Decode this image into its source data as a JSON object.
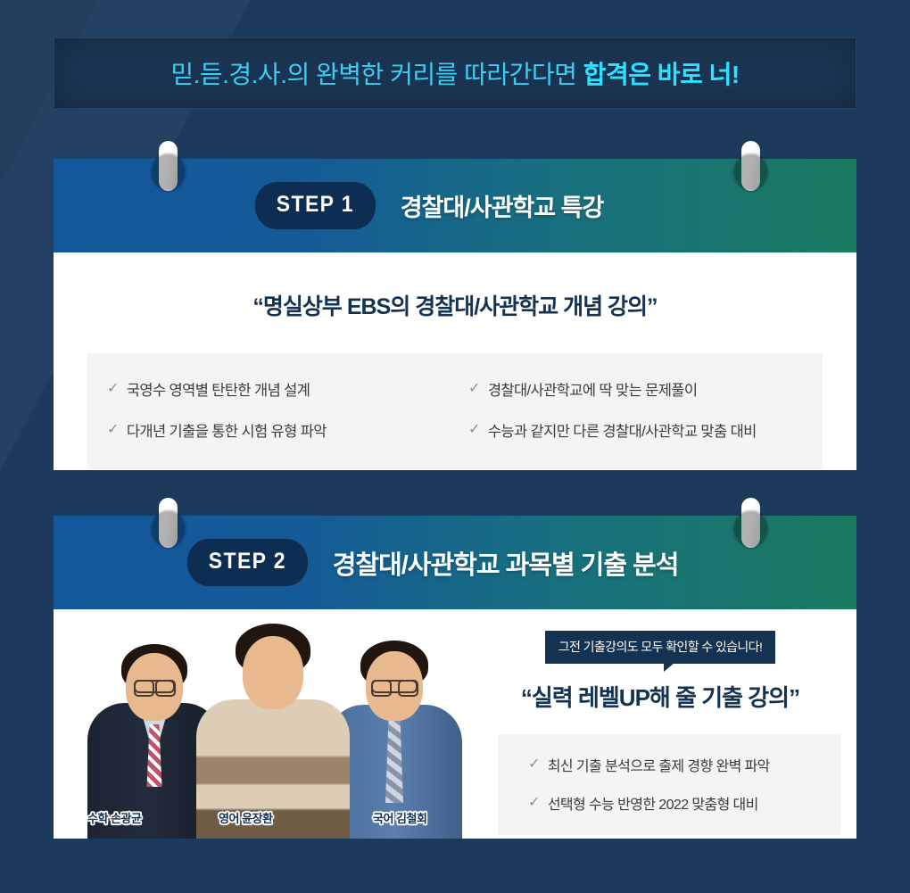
{
  "page": {
    "background_color": "#1b3a5c"
  },
  "headline": {
    "lead": "믿.듣.경.사.의 완벽한 커리를 따라간다면 ",
    "strong": "합격은 바로 너!"
  },
  "steps": [
    {
      "badge": "STEP 1",
      "title": "경찰대/사관학교 특강",
      "quote": "“명실상부 EBS의 경찰대/사관학교 개념 강의”",
      "features_left": [
        "국영수 영역별 탄탄한 개념 설계",
        "다개년 기출을 통한 시험 유형 파악"
      ],
      "features_right": [
        "경찰대/사관학교에 딱 맞는 문제풀이",
        "수능과 같지만 다른 경찰대/사관학교 맞춤 대비"
      ],
      "check_icon": "check-icon"
    },
    {
      "badge": "STEP 2",
      "title": "경찰대/사관학교 과목별 기출 분석",
      "tooltip": "그전 기출강의도 모두 확인할 수 있습니다!",
      "quote": "“실력 레벨UP해 줄 기출 강의”",
      "features": [
        "최신 기출 분석으로 출제 경향 완벽 파악",
        "선택형 수능 반영한 2022 맞춤형 대비"
      ],
      "check_icon": "check-icon",
      "teachers": [
        {
          "subject": "수학",
          "name": "손광균",
          "label": "수학 손광균"
        },
        {
          "subject": "영어",
          "name": "윤장환",
          "label": "영어 윤장환"
        },
        {
          "subject": "국어",
          "name": "김철회",
          "label": "국어 김철회"
        }
      ]
    }
  ],
  "icons": {
    "check": "✓",
    "pin": "pin-clip-icon"
  },
  "colors": {
    "page_bg": "#1b3a5c",
    "banner_bg": "#1a3553",
    "headline_cyan": "#3fcdf0",
    "headline_cyan_strong": "#2fe1ff",
    "header_gradient_start": "#14579b",
    "header_gradient_end": "#1b7b61",
    "badge_bg": "#0e2d52",
    "title_navy": "#143252",
    "feature_box_bg": "#f4f4f4",
    "feature_text": "#3b3b3b"
  }
}
